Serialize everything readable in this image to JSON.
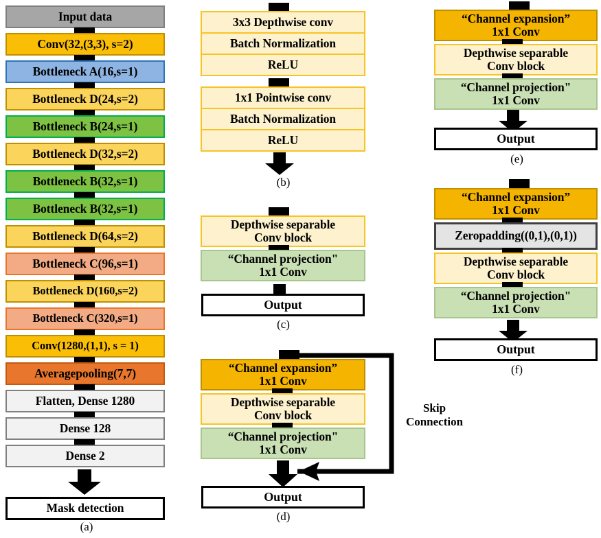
{
  "figure": {
    "title": "MobileNetV2-based mask detection architecture",
    "palette": {
      "gray_input": "#a6a6a6",
      "orange_conv": "#fbbe07",
      "blue_bottleneck_a": "#8db4e2",
      "yellow_bottleneck_d": "#fbd45c",
      "green_bottleneck_b": "#7dc242",
      "salmon_bottleneck_c": "#f2ab84",
      "deep_orange_pool": "#e8762c",
      "light_gray_dense": "#f2f2f2",
      "white_output": "#ffffff",
      "cream_conv_block": "#fdf2cd",
      "light_green_projection": "#c9dfb4",
      "amber_expansion": "#f5b400",
      "zeropad_gray": "#e4e4e4",
      "border_black": "#000000"
    }
  },
  "panel_a": {
    "caption": "(a)",
    "blocks": [
      {
        "label": "Input data",
        "fill": "#a6a6a6",
        "border": "#7f7f7f",
        "lines": 1
      },
      {
        "label": "Conv(32,(3,3), s=2)",
        "fill": "#fbbe07",
        "border": "#bf8f00",
        "lines": 1
      },
      {
        "label": "Bottleneck A(16,s=1)",
        "fill": "#8db4e2",
        "border": "#2e75b6",
        "lines": 1
      },
      {
        "label": "Bottleneck D(24,s=2)",
        "fill": "#fbd45c",
        "border": "#bf9000",
        "lines": 1
      },
      {
        "label": "Bottleneck B(24,s=1)",
        "fill": "#7dc242",
        "border": "#00b050",
        "lines": 1
      },
      {
        "label": "Bottleneck D(32,s=2)",
        "fill": "#fbd45c",
        "border": "#bf9000",
        "lines": 1
      },
      {
        "label": "Bottleneck B(32,s=1)",
        "fill": "#7dc242",
        "border": "#00b050",
        "lines": 1
      },
      {
        "label": "Bottleneck B(32,s=1)",
        "fill": "#7dc242",
        "border": "#00b050",
        "lines": 1
      },
      {
        "label": "Bottleneck D(64,s=2)",
        "fill": "#fbd45c",
        "border": "#bf9000",
        "lines": 1
      },
      {
        "label": "Bottleneck C(96,s=1)",
        "fill": "#f2ab84",
        "border": "#e8762c",
        "lines": 1
      },
      {
        "label": "Bottleneck D(160,s=2)",
        "fill": "#fbd45c",
        "border": "#bf9000",
        "lines": 1
      },
      {
        "label": "Bottleneck C(320,s=1)",
        "fill": "#f2ab84",
        "border": "#e8762c",
        "lines": 1
      },
      {
        "label": "Conv(1280,(1,1), s = 1)",
        "fill": "#fbbe07",
        "border": "#bf8f00",
        "lines": 1
      },
      {
        "label": "Averagepooling(7,7)",
        "fill": "#e8762c",
        "border": "#c55a11",
        "lines": 1
      },
      {
        "label": "Flatten, Dense 1280",
        "fill": "#f2f2f2",
        "border": "#808080",
        "lines": 1
      },
      {
        "label": "Dense 128",
        "fill": "#f2f2f2",
        "border": "#808080",
        "lines": 1
      },
      {
        "label": "Dense 2",
        "fill": "#f2f2f2",
        "border": "#808080",
        "lines": 1
      }
    ],
    "terminal": {
      "label": "Mask detection",
      "fill": "#ffffff",
      "border": "#000000"
    }
  },
  "panel_b": {
    "caption": "(b)",
    "group1": [
      {
        "label": "3x3 Depthwise conv",
        "fill": "#fdf2cd",
        "border": "#f7c325"
      },
      {
        "label": "Batch Normalization",
        "fill": "#fdf2cd",
        "border": "#f7c325"
      },
      {
        "label": "ReLU",
        "fill": "#fdf2cd",
        "border": "#f7c325"
      }
    ],
    "group2": [
      {
        "label": "1x1 Pointwise conv",
        "fill": "#fdf2cd",
        "border": "#f7c325"
      },
      {
        "label": "Batch Normalization",
        "fill": "#fdf2cd",
        "border": "#f7c325"
      },
      {
        "label": "ReLU",
        "fill": "#fdf2cd",
        "border": "#f7c325"
      }
    ]
  },
  "panel_c": {
    "caption": "(c)",
    "blocks": [
      {
        "line1": "Depthwise separable",
        "line2": "Conv block",
        "fill": "#fdf2cd",
        "border": "#f7c325"
      },
      {
        "line1": "“Channel projection\"",
        "line2": "1x1 Conv",
        "fill": "#c9dfb4",
        "border": "#a9c58e"
      }
    ],
    "terminal": {
      "label": "Output",
      "fill": "#ffffff",
      "border": "#000000"
    }
  },
  "panel_d": {
    "caption": "(d)",
    "skip_label_line1": "Skip",
    "skip_label_line2": "Connection",
    "blocks": [
      {
        "line1": "“Channel expansion”",
        "line2": "1x1 Conv",
        "fill": "#f5b400",
        "border": "#bf8f00"
      },
      {
        "line1": "Depthwise separable",
        "line2": "Conv block",
        "fill": "#fdf2cd",
        "border": "#f7c325"
      },
      {
        "line1": "“Channel projection\"",
        "line2": "1x1 Conv",
        "fill": "#c9dfb4",
        "border": "#a9c58e"
      }
    ],
    "terminal": {
      "label": "Output",
      "fill": "#ffffff",
      "border": "#000000"
    }
  },
  "panel_e": {
    "caption": "(e)",
    "blocks": [
      {
        "line1": "“Channel expansion”",
        "line2": "1x1 Conv",
        "fill": "#f5b400",
        "border": "#bf8f00"
      },
      {
        "line1": "Depthwise separable",
        "line2": "Conv block",
        "fill": "#fdf2cd",
        "border": "#f7c325"
      },
      {
        "line1": "“Channel projection\"",
        "line2": "1x1 Conv",
        "fill": "#c9dfb4",
        "border": "#a9c58e"
      }
    ],
    "terminal": {
      "label": "Output",
      "fill": "#ffffff",
      "border": "#000000"
    }
  },
  "panel_f": {
    "caption": "(f)",
    "blocks": [
      {
        "line1": "“Channel expansion”",
        "line2": "1x1 Conv",
        "fill": "#f5b400",
        "border": "#bf8f00"
      },
      {
        "line1": "Zeropadding((0,1),(0,1))",
        "line2": "",
        "fill": "#e4e4e4",
        "border": "#404040"
      },
      {
        "line1": "Depthwise separable",
        "line2": "Conv block",
        "fill": "#fdf2cd",
        "border": "#f7c325"
      },
      {
        "line1": "“Channel projection\"",
        "line2": "1x1 Conv",
        "fill": "#c9dfb4",
        "border": "#a9c58e"
      }
    ],
    "terminal": {
      "label": "Output",
      "fill": "#ffffff",
      "border": "#000000"
    }
  }
}
